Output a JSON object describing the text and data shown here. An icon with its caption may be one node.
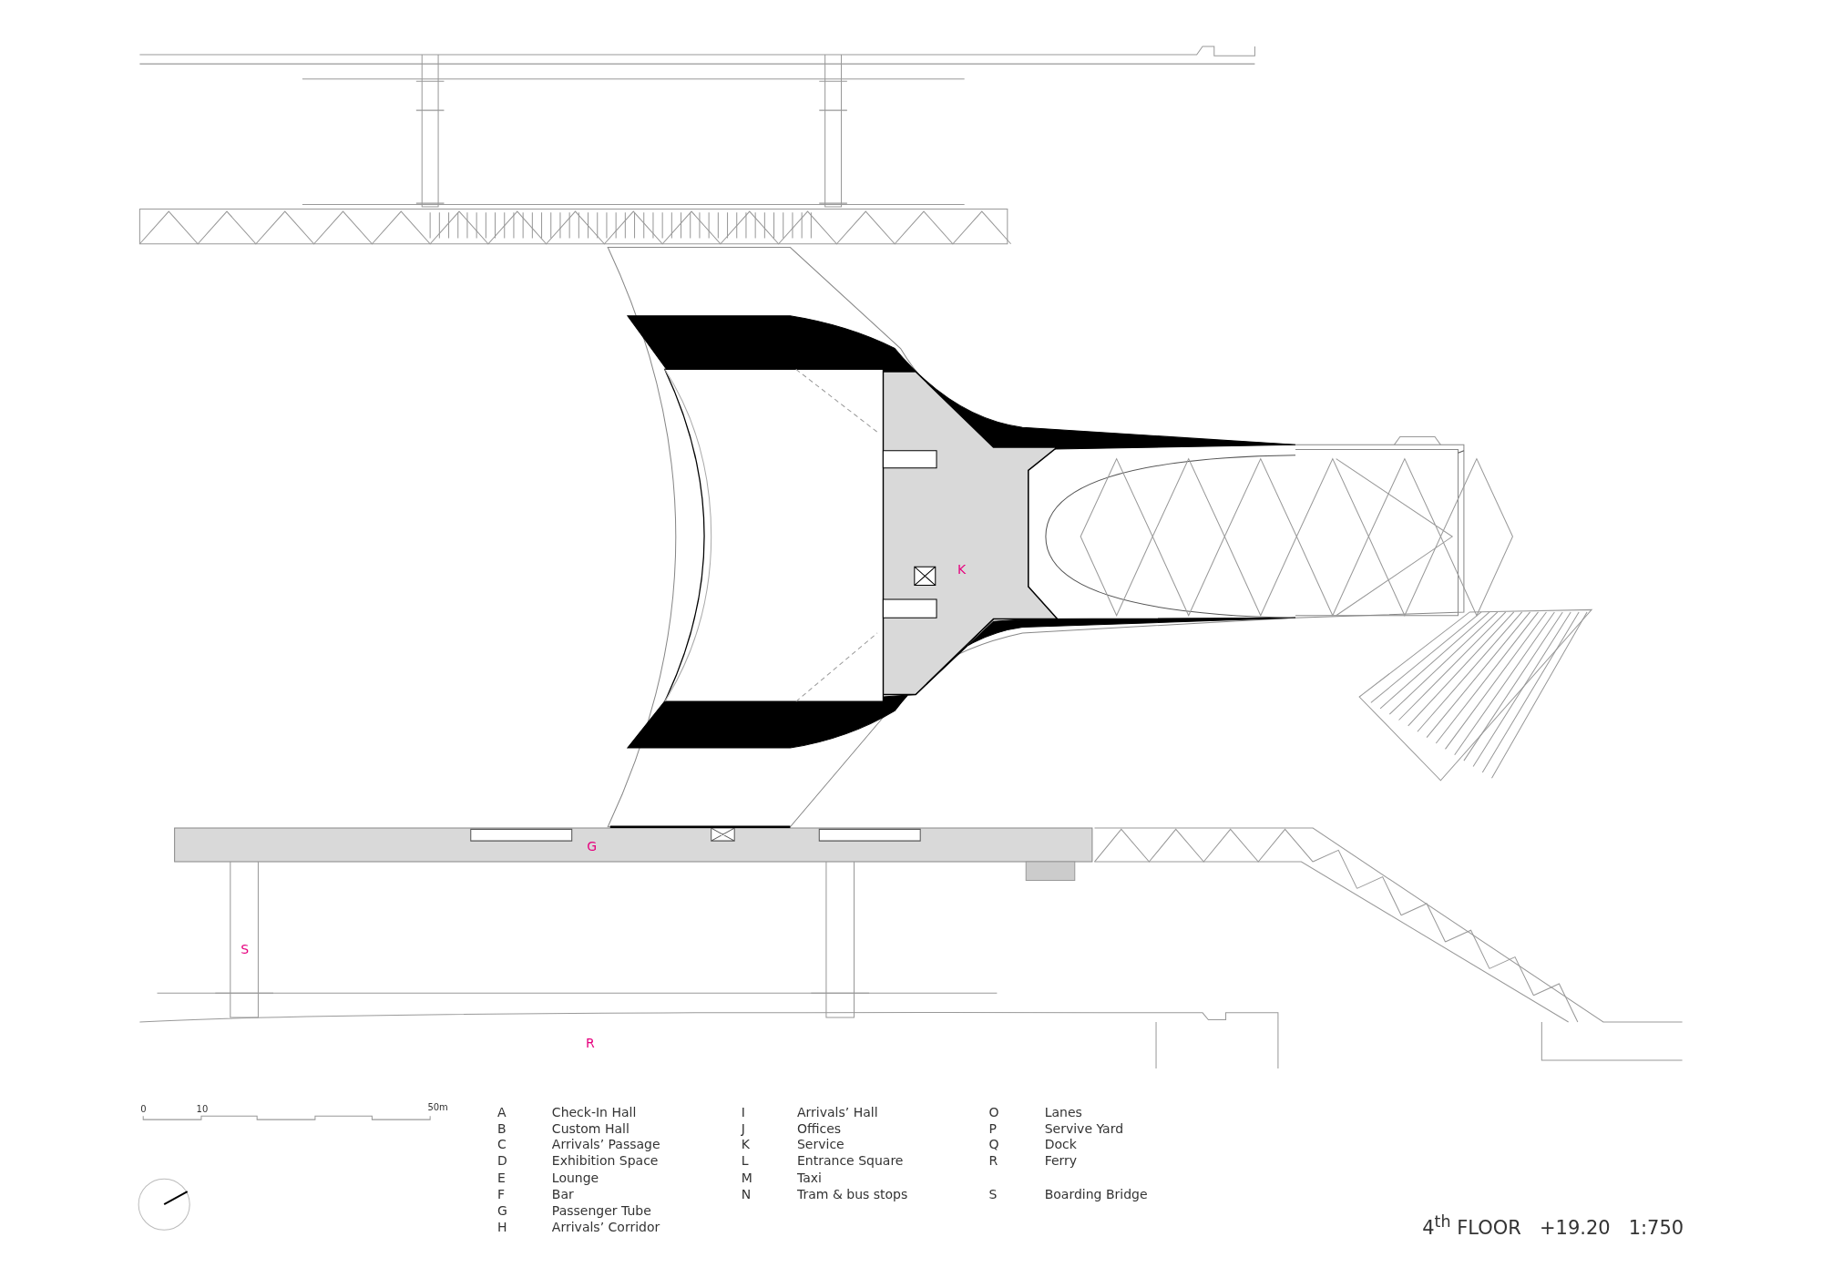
{
  "diagram": {
    "title": "4$^{th}$ FLOOR   +19.20   1:750",
    "labels": [
      "K",
      "G",
      "S",
      "R",
      "0",
      "10",
      "50m",
      "A",
      "Check-In Hall",
      "B",
      "Custom Hall",
      "C",
      "Arrivals’ Passage",
      "D",
      "Exhibition Space",
      "E",
      "Lounge",
      "F",
      "Bar",
      "G",
      "Passenger Tube",
      "H",
      "Arrivals’ Corridor",
      "I",
      "Arrivals’ Hall",
      "J",
      "Offices",
      "K",
      "Service",
      "L",
      "Entrance Square",
      "M",
      "Taxi",
      "N",
      "Tram & bus stops",
      "O",
      "Lanes",
      "P",
      "Servive Yard",
      "Q",
      "Dock",
      "R",
      "Ferry",
      "S",
      "Boarding Bridge"
    ]
  }
}
